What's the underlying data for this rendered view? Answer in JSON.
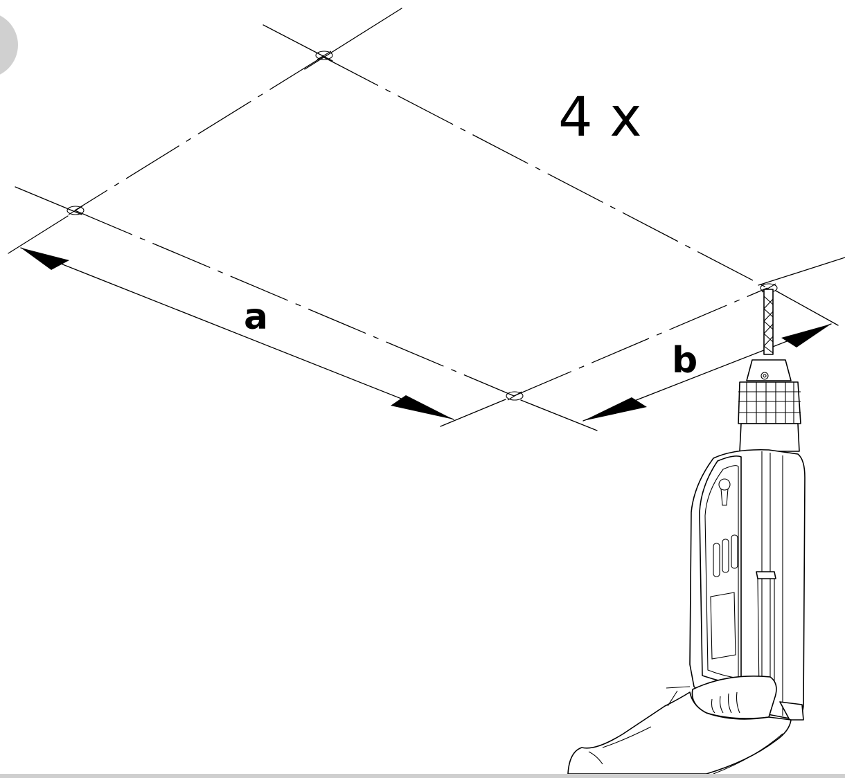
{
  "labels": {
    "count": "4 x",
    "dimension_a": "a",
    "dimension_b": "b"
  },
  "icons": {
    "tool": "drill-icon",
    "marker": "circle-badge"
  },
  "colors": {
    "ink": "#000000",
    "paper": "#ffffff",
    "badge": "#d0d0d0",
    "bottom_bar": "#cfcfcf"
  }
}
